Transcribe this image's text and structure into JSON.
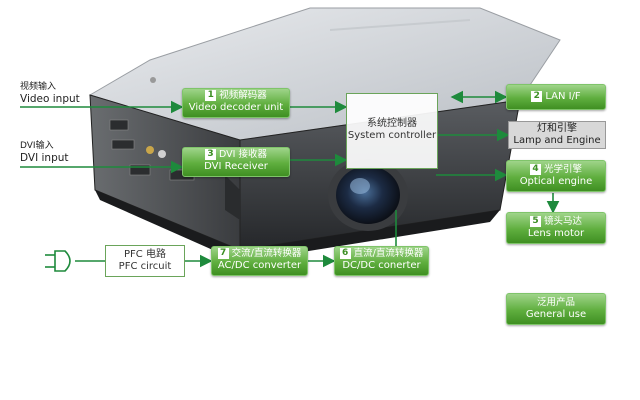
{
  "inputs": {
    "video_cn": "视频输入",
    "video_en": "Video input",
    "dvi_cn": "DVI输入",
    "dvi_en": "DVI input"
  },
  "blocks": {
    "video_decoder": {
      "num": "1",
      "cn": "视频解码器",
      "en": "Video decoder unit"
    },
    "lan": {
      "num": "2",
      "en": "LAN I/F"
    },
    "dvi_receiver": {
      "num": "3",
      "cn": "DVI 接收器",
      "en": "DVI Receiver"
    },
    "optical_engine": {
      "num": "4",
      "cn": "光学引擎",
      "en": "Optical engine"
    },
    "lens_motor": {
      "num": "5",
      "cn": "镜头马达",
      "en": "Lens motor"
    },
    "dcdc": {
      "num": "6",
      "cn": "直流/直流转换器",
      "en": "DC/DC conerter"
    },
    "acdc": {
      "num": "7",
      "cn": "交流/直流转换器",
      "en": "AC/DC converter"
    },
    "general_use": {
      "cn": "泛用产品",
      "en": "General use"
    }
  },
  "system_controller": {
    "cn": "系统控制器",
    "en": "System controller"
  },
  "lamp_engine": {
    "cn": "灯和引擎",
    "en": "Lamp and Engine"
  },
  "pfc": {
    "cn": "PFC 电路",
    "en": "PFC circuit"
  },
  "colors": {
    "green": "#4fa030",
    "arrow": "#1e8a3c",
    "wire": "#3aa0a0"
  }
}
